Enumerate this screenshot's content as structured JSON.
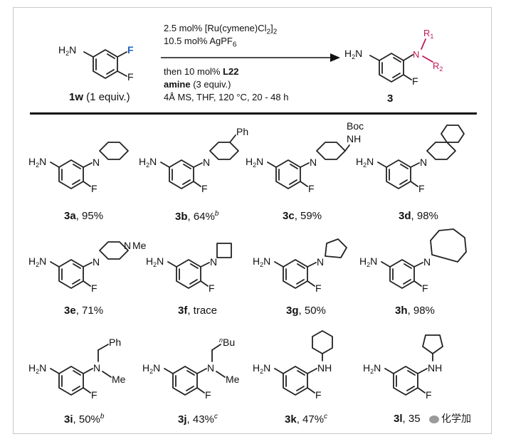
{
  "reaction": {
    "start_label_bold": "1w",
    "start_label_rest": " (1 equiv.)",
    "conditions": {
      "line1": "2.5 mol% [Ru(cymene)Cl",
      "line1_sub": "2",
      "line1_end": "]",
      "line1_sub2": "2",
      "line2": "10.5 mol% AgPF",
      "line2_sub": "6",
      "line3_pre": "then 10 mol% ",
      "line3_bold": "L22",
      "line4_bold": "amine",
      "line4_rest": " (3 equiv.)",
      "line5": "4Å MS, THF, 120 °C, 20 - 48 h"
    },
    "product_label": "3"
  },
  "atoms": {
    "nh2": "H2N",
    "f": "F",
    "n": "N",
    "nh": "NH",
    "me": "Me",
    "ph": "Ph",
    "boc": "Boc",
    "bu": "Bu",
    "r1": "R1",
    "r2": "R2"
  },
  "products": [
    {
      "id": "3a",
      "rest": ", 95%",
      "sup": ""
    },
    {
      "id": "3b",
      "rest": ", 64%",
      "sup": "b"
    },
    {
      "id": "3c",
      "rest": ", 59%",
      "sup": ""
    },
    {
      "id": "3d",
      "rest": ", 98%",
      "sup": ""
    },
    {
      "id": "3e",
      "rest": ", 71%",
      "sup": ""
    },
    {
      "id": "3f",
      "rest": ", trace",
      "sup": ""
    },
    {
      "id": "3g",
      "rest": ", 50%",
      "sup": ""
    },
    {
      "id": "3h",
      "rest": ", 98%",
      "sup": ""
    },
    {
      "id": "3i",
      "rest": ", 50%",
      "sup": "b"
    },
    {
      "id": "3j",
      "rest": ", 43%",
      "sup": "c"
    },
    {
      "id": "3k",
      "rest": ", 47%",
      "sup": "c"
    },
    {
      "id": "3l",
      "rest": ", 35",
      "sup": ""
    }
  ],
  "watermark": "化学加"
}
